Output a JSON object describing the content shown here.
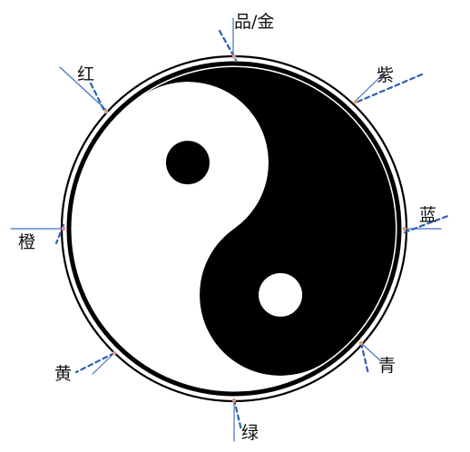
{
  "diagram": {
    "labels": {
      "top": "品/金",
      "top_right": "紫",
      "right": "蓝",
      "bottom_right": "青",
      "bottom": "绿",
      "bottom_left": "黄",
      "left": "橙",
      "top_left": "红"
    },
    "colors": {
      "ink": "#000000",
      "paper": "#ffffff",
      "solid_line": "#4472c4",
      "dashed_line": "#2f5fb3",
      "marker": "#e39a7a"
    }
  }
}
